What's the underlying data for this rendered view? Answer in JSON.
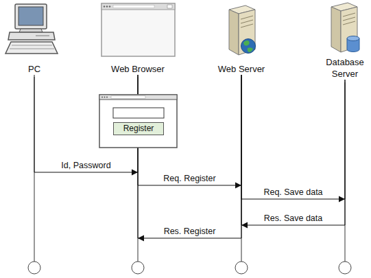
{
  "diagram": {
    "nodes": [
      {
        "text": [
          "PC"
        ]
      },
      {
        "text": [
          "Web Browser"
        ]
      },
      {
        "text": [
          "Web Server"
        ]
      },
      {
        "text": [
          "Database Server"
        ]
      },
      {
        "text": [
          "Register"
        ]
      }
    ],
    "edges": [
      {
        "from": 0,
        "to": 1,
        "label": "Id, Password",
        "arrow": "to"
      },
      {
        "from": 1,
        "to": 2,
        "label": "Req. Register",
        "arrow": "to"
      },
      {
        "from": 2,
        "to": 3,
        "label": "Req. Save data",
        "arrow": "to"
      },
      {
        "from": 3,
        "to": 2,
        "label": "Res. Save data",
        "arrow": "to"
      },
      {
        "from": 2,
        "to": 1,
        "label": "Res. Register",
        "arrow": "to"
      }
    ]
  }
}
